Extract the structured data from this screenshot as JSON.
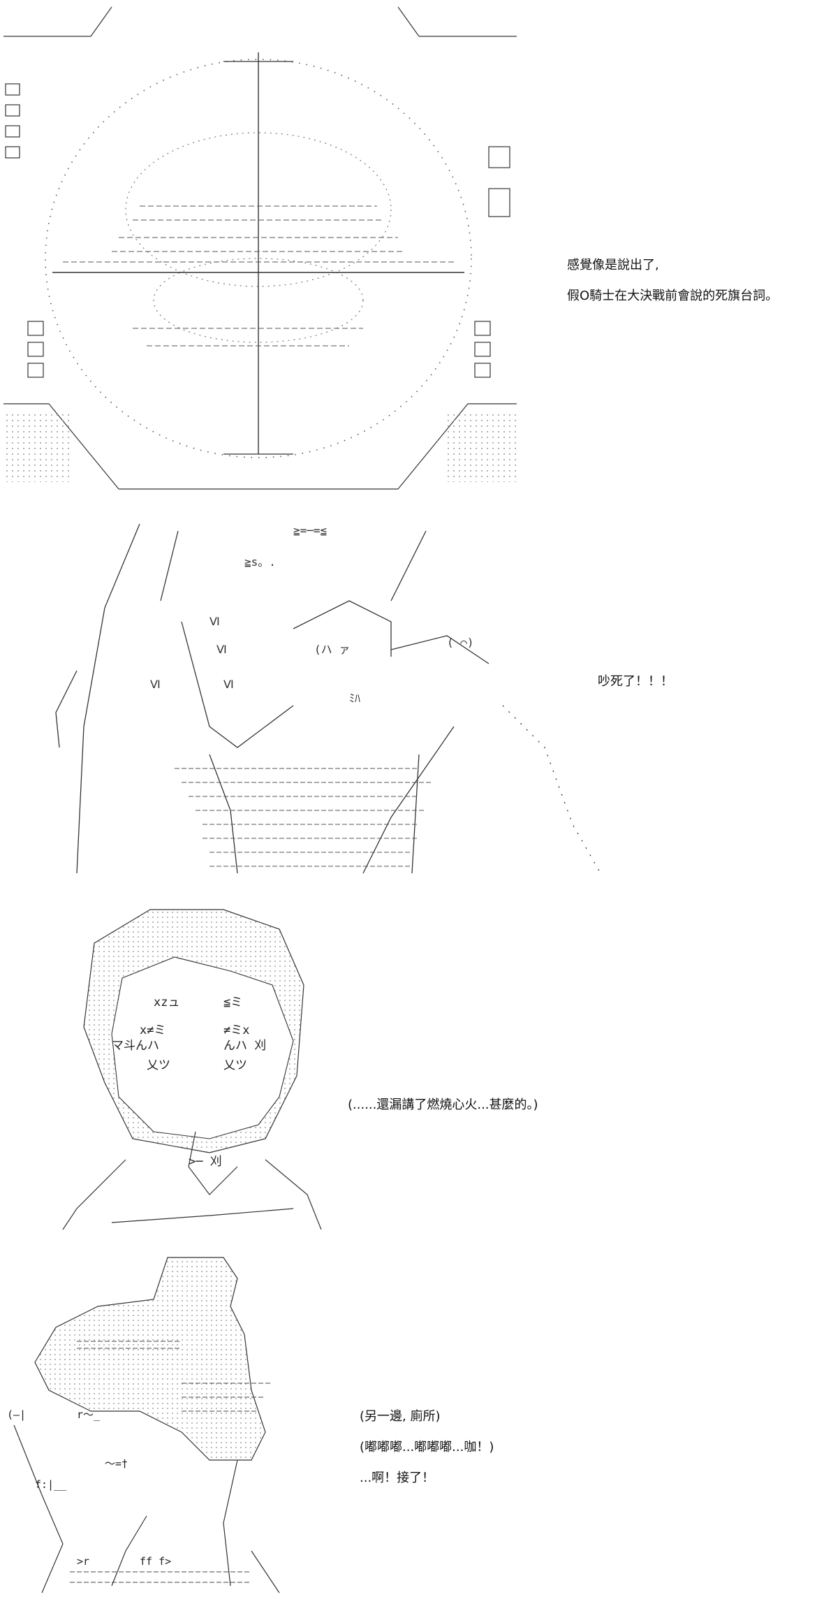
{
  "panels": [
    {
      "id": "scope",
      "captions": [
        "感覺像是說出了,",
        "假O騎士在大決戰前會說的死旗台詞。"
      ]
    },
    {
      "id": "angry",
      "captions": [
        "吵死了！！！"
      ]
    },
    {
      "id": "face",
      "captions": [
        "(......還漏講了燃燒心火...甚麼的。)"
      ]
    },
    {
      "id": "toilet",
      "captions": [
        "(另一邊, 廁所)",
        "(嘟嘟嘟...嘟嘟嘟...咖！)",
        "...啊！接了！"
      ]
    }
  ]
}
